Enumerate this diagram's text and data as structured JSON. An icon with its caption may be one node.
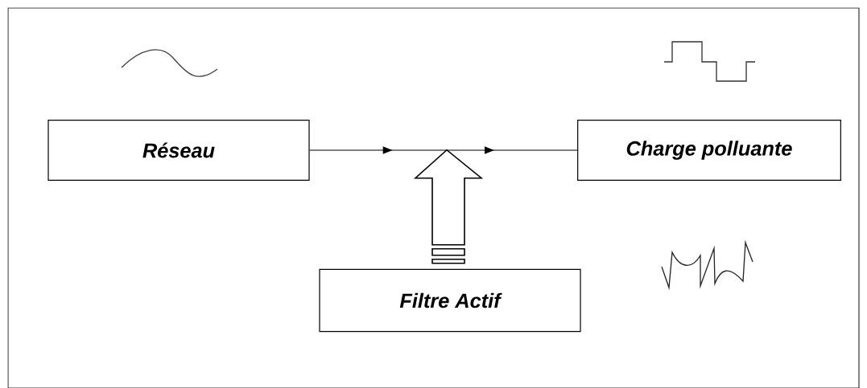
{
  "diagram": {
    "nodes": [
      {
        "text": [
          "Réseau"
        ]
      },
      {
        "text": [
          "Charge polluante"
        ]
      },
      {
        "text": [
          "Filtre Actif"
        ]
      }
    ],
    "edges": [
      {
        "from": 0,
        "to": 1,
        "arrow": "to"
      },
      {
        "from": 2,
        "to": null,
        "arrow": "to",
        "style": "thick"
      }
    ]
  }
}
